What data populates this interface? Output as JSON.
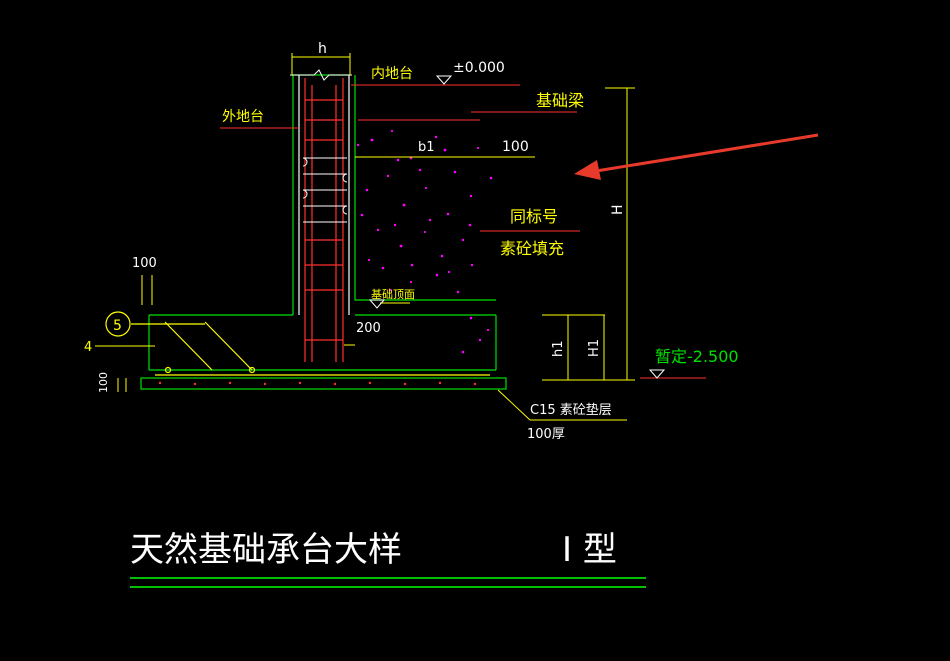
{
  "colors": {
    "background": "#000000",
    "wall": "#ffffff",
    "concrete": "#00e000",
    "rebar": "#ff3030",
    "dimension": "#ffff00",
    "hatch": "#ff00ff",
    "annotation": "#ffffff",
    "arrow": "#e83a2a",
    "title": "#ffffff",
    "title_rule": "#00ff00"
  },
  "labels": {
    "wall_width": "h",
    "inner_ground": "内地台",
    "elevation_zero": "±0.000",
    "foundation_beam": "基础梁",
    "outer_ground": "外地台",
    "b1": "b1",
    "dim_100_top": "100",
    "same_mark": "同标号",
    "plain_concrete_fill": "素砼填充",
    "dim_100_left": "100",
    "circle_5": "5",
    "rebar_4": "4",
    "dim_100_vertical": "100",
    "foundation_top": "基础顶面",
    "dim_200": "200",
    "height_H": "H",
    "height_h1": "h1",
    "height_H1": "H1",
    "temp_elevation": "暂定-2.500",
    "cushion_layer": "C15 素砼垫层",
    "cushion_thickness": "100厚"
  },
  "title": {
    "main": "天然基础承台大样",
    "type": "I 型"
  }
}
